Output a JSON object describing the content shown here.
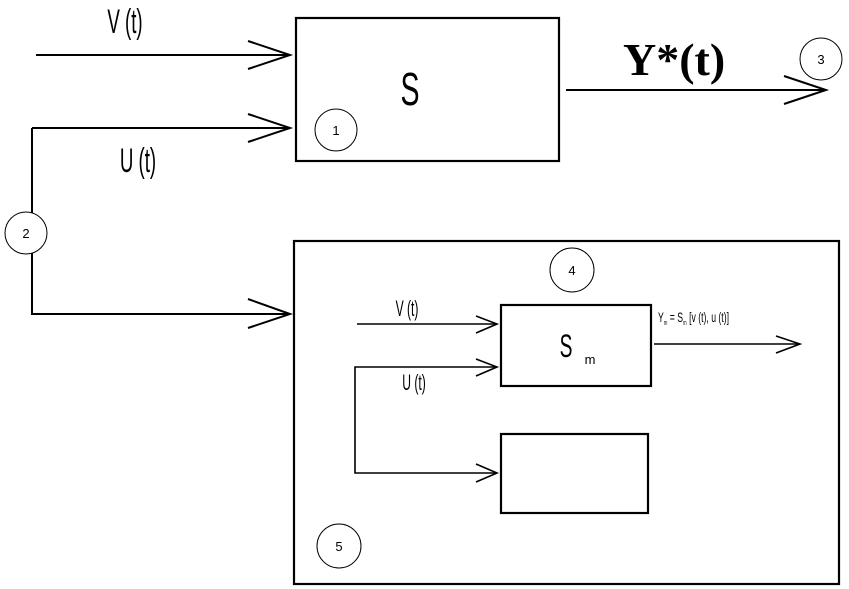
{
  "labels": {
    "v_main": "V (t)",
    "u_main": "U (t)",
    "s_main": "S",
    "y_star": "Y*(t)",
    "v_inner": "V (t)",
    "u_inner": "U (t)",
    "s_model_main": "S",
    "s_model_sub": "m",
    "y_model_prefix": "Y",
    "y_model_sub": "m",
    "y_model_mid": " = S",
    "y_model_sub2": "m",
    "y_model_suffix": " [v (t), u (t)]"
  },
  "markers": {
    "m1": "1",
    "m2": "2",
    "m3": "3",
    "m4": "4",
    "m5": "5"
  }
}
